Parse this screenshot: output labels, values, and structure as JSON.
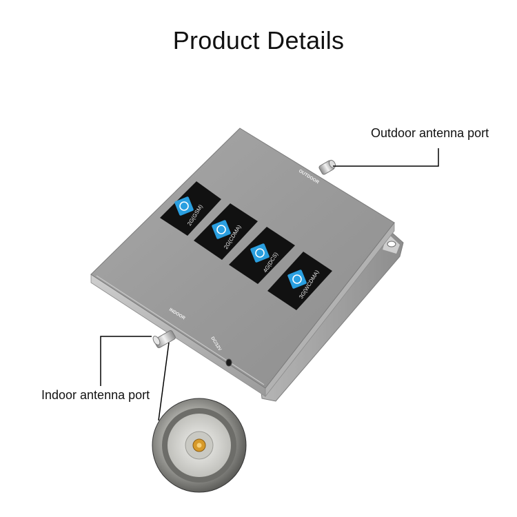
{
  "page": {
    "title": "Product Details"
  },
  "callouts": {
    "outdoor": "Outdoor antenna port",
    "indoor": "Indoor antenna port"
  },
  "device": {
    "outdoor_label": "OUTDOOR",
    "indoor_label": "INDOOR",
    "power_label": "DC/12V",
    "bands": [
      {
        "label": "2G(GSM)"
      },
      {
        "label": "2G(CDMA)"
      },
      {
        "label": "4G(DCS)"
      },
      {
        "label": "3G(WCDMA)"
      }
    ]
  },
  "colors": {
    "panel": "#9c9c9c",
    "panel_edge": "#8a8a8a",
    "band_window": "#111111",
    "band_icon": "#2a9fe0"
  }
}
